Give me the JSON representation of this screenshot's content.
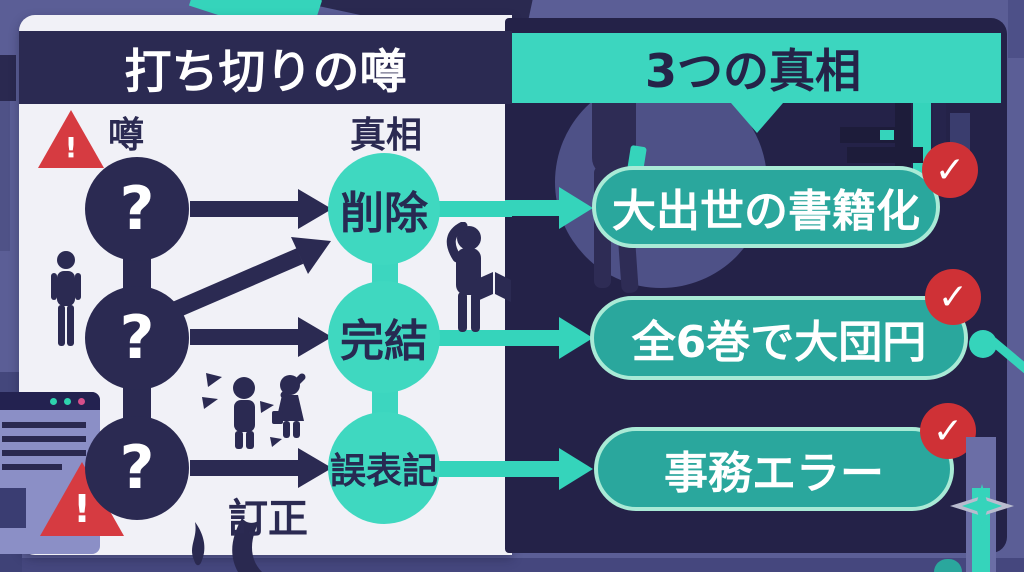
{
  "left_panel": {
    "title": "打ち切りの噂",
    "rumor_column_label": "噂",
    "truth_column_label": "真相",
    "warning_mark": "!",
    "rows": [
      {
        "rumor_mark": "?",
        "truth_label": "削除"
      },
      {
        "rumor_mark": "?",
        "truth_label": "完結"
      },
      {
        "rumor_mark": "?",
        "truth_label": "誤表記"
      }
    ],
    "correction_label": "訂正"
  },
  "right_panel": {
    "title": "3つの真相",
    "check_mark": "✓",
    "results": [
      {
        "label": "大出世の書籍化"
      },
      {
        "label": "全6巻で大団円"
      },
      {
        "label": "事務エラー"
      }
    ]
  },
  "colors": {
    "background": "#5b5e96",
    "card": "#f1f1f7",
    "navy": "#2b2a52",
    "panel": "#242248",
    "teal": "#3cd6bf",
    "result_fill": "#2aa79d",
    "result_border": "#a9ead6",
    "warning_red": "#d63b41",
    "check_red": "#cf3136"
  }
}
